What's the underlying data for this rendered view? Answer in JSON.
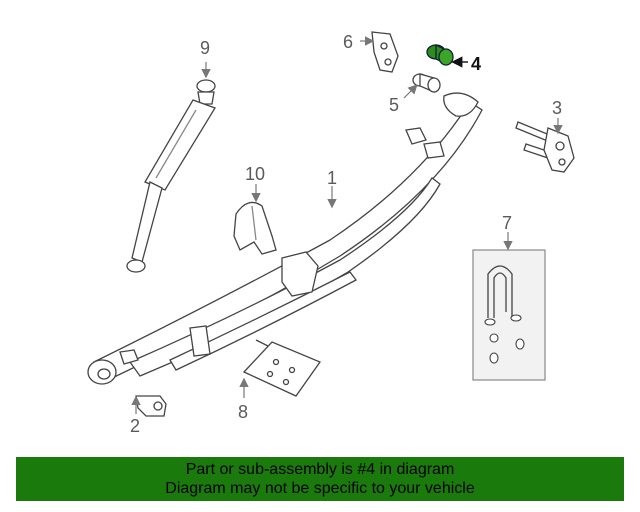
{
  "diagram": {
    "callouts": [
      {
        "id": "1",
        "label": "1"
      },
      {
        "id": "2",
        "label": "2"
      },
      {
        "id": "3",
        "label": "3"
      },
      {
        "id": "4",
        "label": "4"
      },
      {
        "id": "5",
        "label": "5"
      },
      {
        "id": "6",
        "label": "6"
      },
      {
        "id": "7",
        "label": "7"
      },
      {
        "id": "8",
        "label": "8"
      },
      {
        "id": "9",
        "label": "9"
      },
      {
        "id": "10",
        "label": "10"
      }
    ],
    "highlighted_part": "4",
    "highlight_color": "#2e8b1e"
  },
  "banner": {
    "line1": "Part or sub-assembly is #4 in diagram",
    "line2": "Diagram may not be specific to your vehicle",
    "background": "#1a7a0c"
  }
}
